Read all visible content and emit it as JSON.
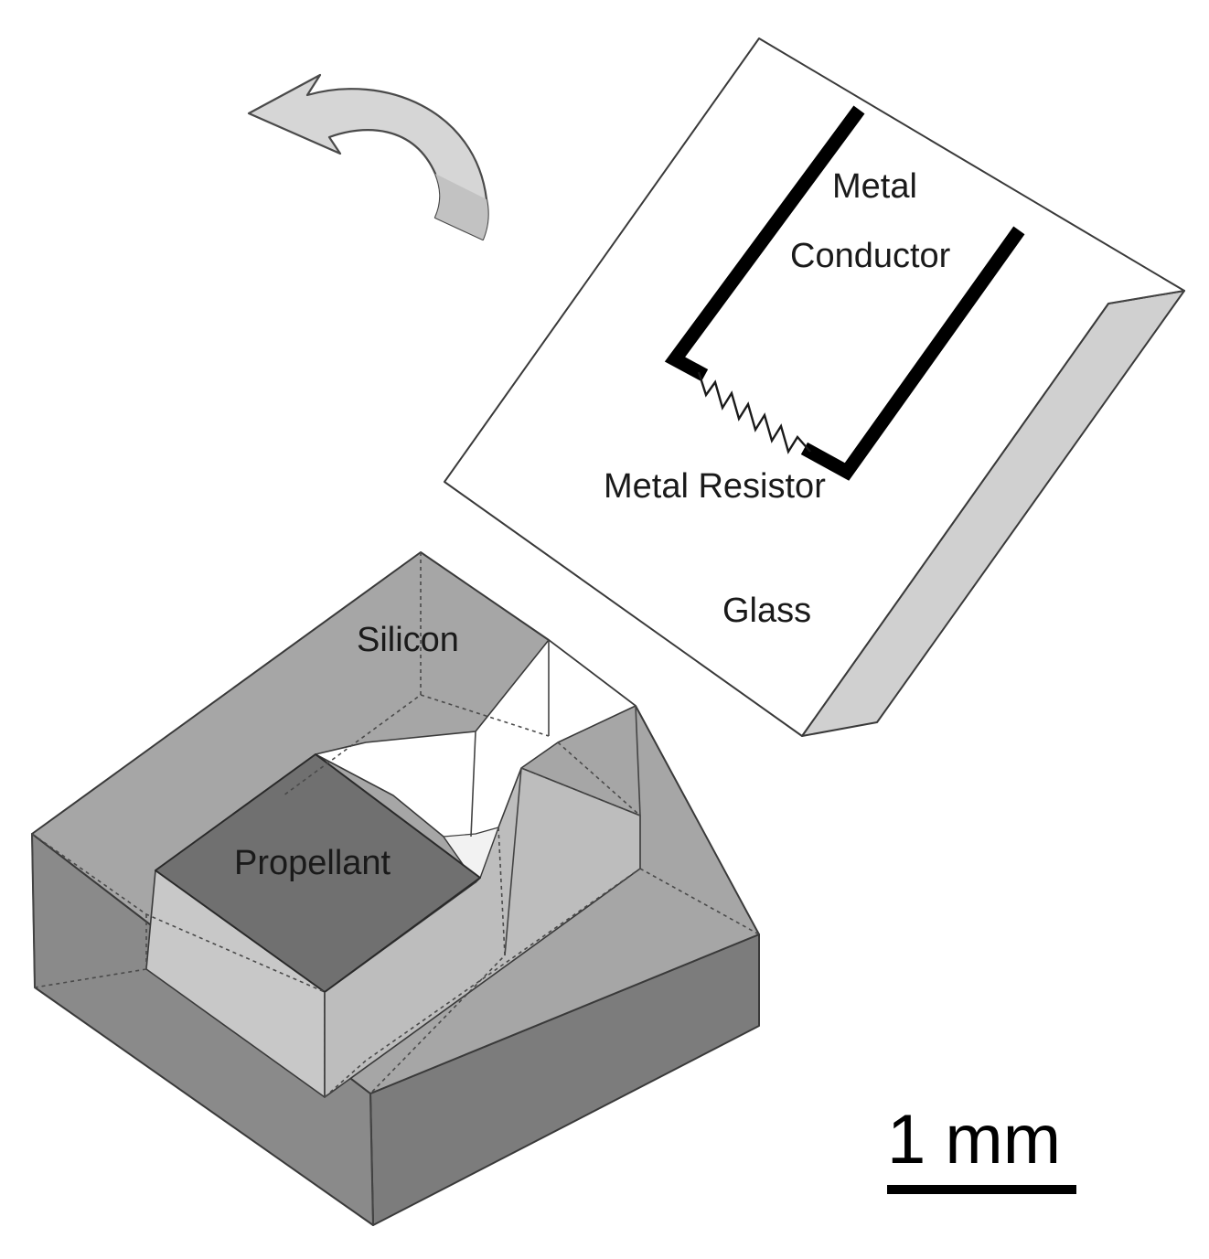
{
  "labels": {
    "metal": "Metal",
    "conductor": "Conductor",
    "metal_resistor": "Metal Resistor",
    "glass": "Glass",
    "silicon": "Silicon",
    "propellant": "Propellant"
  },
  "scale_bar": {
    "text": "1 mm"
  },
  "colors": {
    "silicon_top": "#a6a6a6",
    "silicon_front": "#8a8a8a",
    "silicon_side": "#7c7c7c",
    "propellant": "#707070",
    "inner_wall": "#c8c8c8",
    "glass_face": "#ffffff",
    "glass_edge": "#d0d0d0",
    "arrow_fill": "#d6d6d6",
    "conductor": "#000000"
  },
  "icons": {
    "flip_arrow": "curved-flip-arrow-icon"
  }
}
